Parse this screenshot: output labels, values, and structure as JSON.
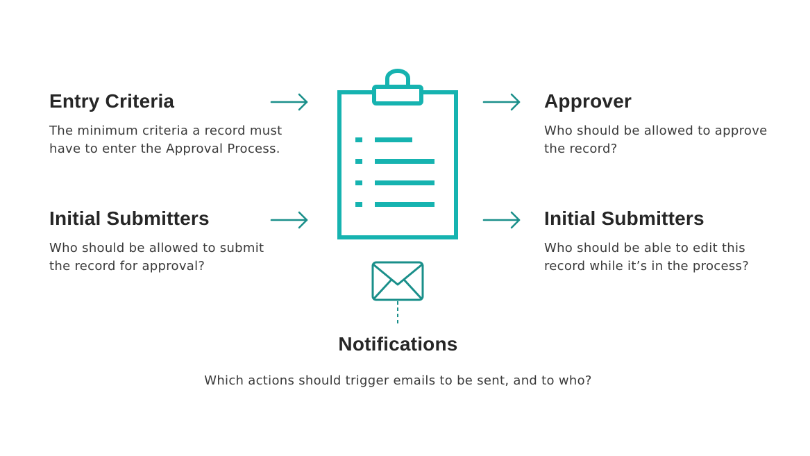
{
  "blocks": {
    "entry_criteria": {
      "title": "Entry Criteria",
      "line1": "The minimum criteria a record must",
      "line2": "have to enter the Approval Process."
    },
    "initial_submitters_left": {
      "title": "Initial Submitters",
      "line1": "Who should be allowed to submit",
      "line2": "the record for approval?"
    },
    "approver": {
      "title": "Approver",
      "line1": "Who should be allowed to approve",
      "line2": "the record?"
    },
    "initial_submitters_right": {
      "title": "Initial Submitters",
      "line1": "Who should be able to edit this",
      "line2": "record while it’s in the process?"
    },
    "notifications": {
      "title": "Notifications",
      "text": "Which actions should trigger emails to be sent, and to who?"
    }
  },
  "colors": {
    "accent": "#16b3b0",
    "arrow": "#1a8f8a",
    "text": "#262626"
  },
  "icons": [
    "arrow-right-icon",
    "clipboard-icon",
    "envelope-icon"
  ]
}
